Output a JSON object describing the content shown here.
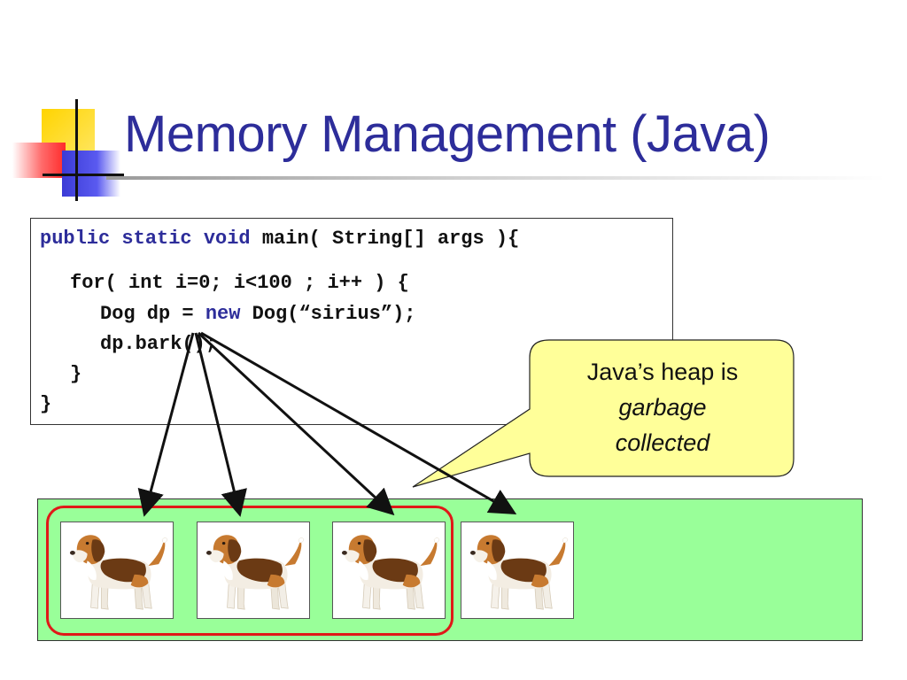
{
  "slide": {
    "title": "Memory Management (Java)"
  },
  "code": {
    "line1_kw": "public static void",
    "line1_rest": " main( String[] args ){",
    "line2": "for( int i=0; i<100 ; i++ ) {",
    "line3_a": "Dog dp = ",
    "line3_kw": "new",
    "line3_b": " Dog(“sirius”);",
    "line4": "dp.bark();",
    "line5": "}",
    "line6": "}"
  },
  "callout": {
    "line1": "Java’s heap is",
    "line2": "garbage",
    "line3": "collected"
  },
  "heap": {
    "objects": [
      "dog-object-1",
      "dog-object-2",
      "dog-object-3",
      "dog-object-4"
    ],
    "collected_count": 3
  },
  "colors": {
    "title": "#2d2d9a",
    "keyword": "#2d2d9a",
    "heap_fill": "#99ff99",
    "gc_outline": "#e01818",
    "callout_fill": "#ffff99"
  },
  "icons": {
    "logo": "colored-squares-logo",
    "dog": "beagle-dog-icon"
  }
}
